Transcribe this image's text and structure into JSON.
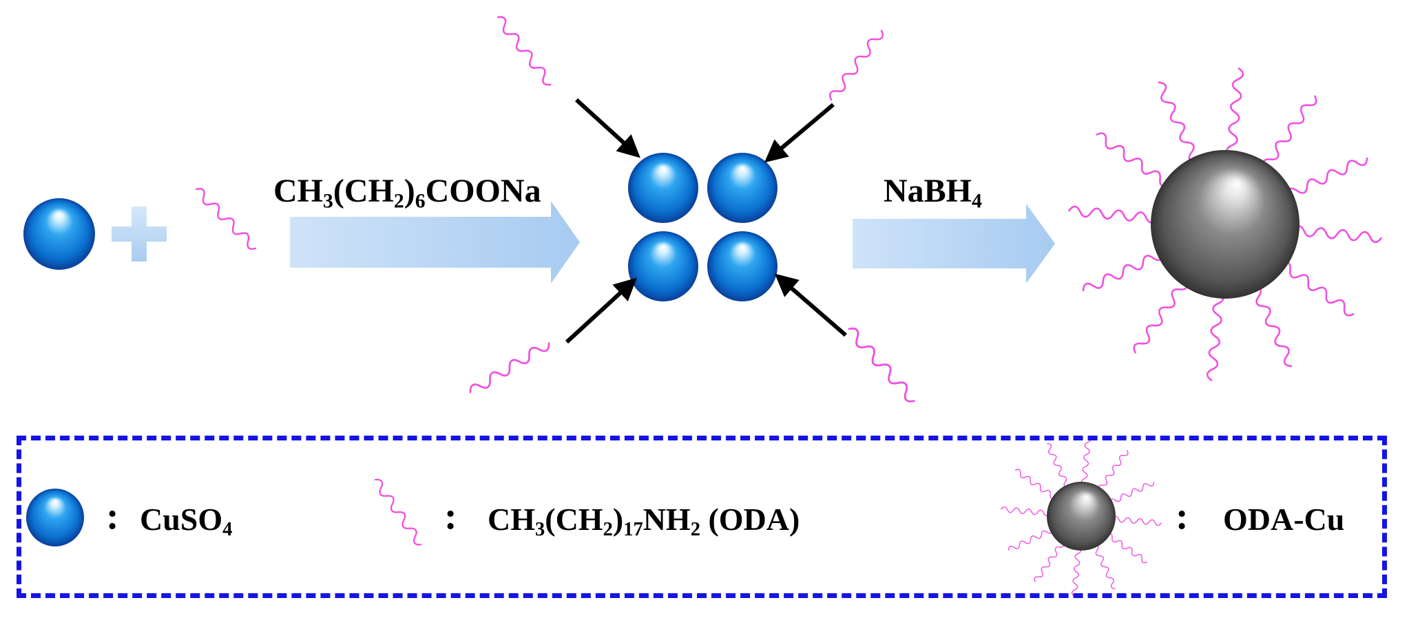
{
  "reagent_1": {
    "main": "CH",
    "s1": "3",
    "mid": "(CH",
    "s2": "2",
    "s3": "6",
    "end": "COONa"
  },
  "reagent_2": {
    "main": "NaBH",
    "s1": "4"
  },
  "legend": {
    "colon": ":",
    "cuso4": {
      "main": "CuSO",
      "s1": "4"
    },
    "oda": {
      "main": "CH",
      "s1": "3",
      "mid": "(CH",
      "s2": "2",
      "s3": "17",
      "end": "NH",
      "s4": "2",
      "tail": " (ODA)"
    },
    "oda_cu": {
      "text": "ODA-Cu"
    }
  },
  "colors": {
    "cuso4_sphere": "#1a8fe0",
    "oda_chain": "#f050e0",
    "oda_cu_sphere": "#6e6e6e",
    "process_arrow": "#b9d6f5",
    "legend_border": "#1414e6",
    "attach_arrow": "#000000"
  },
  "icons": [
    "cuso4-sphere-icon",
    "plus-icon",
    "oda-chain-icon",
    "process-arrow-icon",
    "oda-cu-particle-icon"
  ]
}
